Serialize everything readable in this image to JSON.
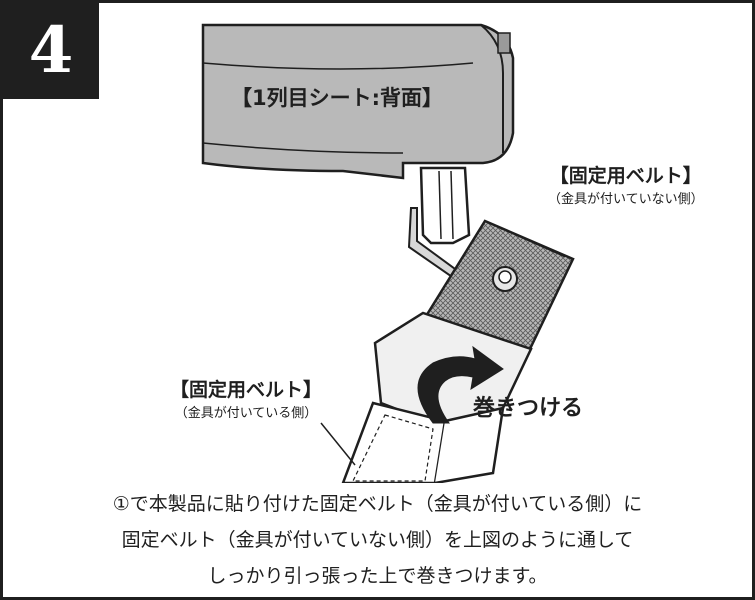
{
  "step_number": "4",
  "seat_label": "【1列目シート:背面】",
  "belt_right": {
    "title": "【固定用ベルト】",
    "subtitle": "（金具が付いていない側）"
  },
  "belt_left": {
    "title": "【固定用ベルト】",
    "subtitle": "（金具が付いている側）"
  },
  "wrap_label": "巻きつける",
  "instructions": [
    "①で本製品に貼り付けた固定ベルト（金具が付いている側）に",
    "固定ベルト（金具が付いていない側）を上図のように通して",
    "しっかり引っ張った上で巻きつけます。"
  ],
  "colors": {
    "ink": "#1f1f1f",
    "seat_gray": "#b9b9b9",
    "mesh_gray": "#9a9a9a",
    "belt_light": "#ececec"
  }
}
